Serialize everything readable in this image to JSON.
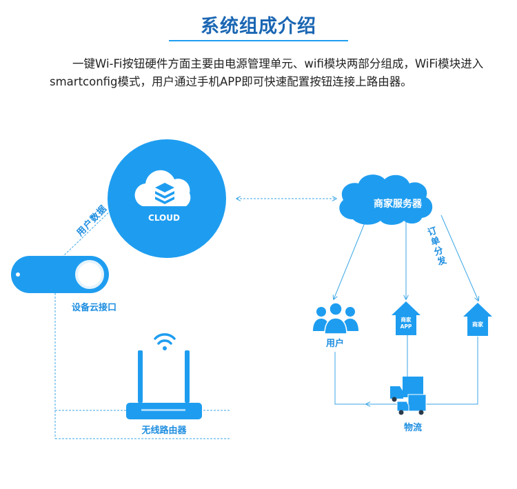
{
  "title": "系统组成介绍",
  "intro": "一键Wi-Fi按钮硬件方面主要由电源管理单元、wifi模块两部分组成，WiFi模块进入smartconfig模式，用户通过手机APP即可快速配置按钮连接上路由器。",
  "colors": {
    "accent": "#1e9df0",
    "title": "#1a66b3",
    "line": "#3aa6e6",
    "truck_dark": "#2a3a4a"
  },
  "diagram": {
    "cloud": {
      "label": "CLOUD",
      "icon": "database-icon"
    },
    "button_device": {
      "label": "设备云接口"
    },
    "upload_note": [
      "用",
      "户",
      "数",
      "据"
    ],
    "merchant_server": {
      "label": "商家服务器"
    },
    "order_note": [
      "订",
      "单",
      "分",
      "发"
    ],
    "users": {
      "label": "用户",
      "icon": "users-icon"
    },
    "merchant_app": {
      "label_top": "商家",
      "label_bottom": "APP",
      "icon": "house-icon"
    },
    "merchant_home": {
      "label": "商家",
      "icon": "house-icon"
    },
    "logistics": {
      "label": "物流",
      "icon": "truck-icon"
    },
    "router": {
      "label": "无线路由器",
      "icon": "wifi-icon"
    }
  }
}
